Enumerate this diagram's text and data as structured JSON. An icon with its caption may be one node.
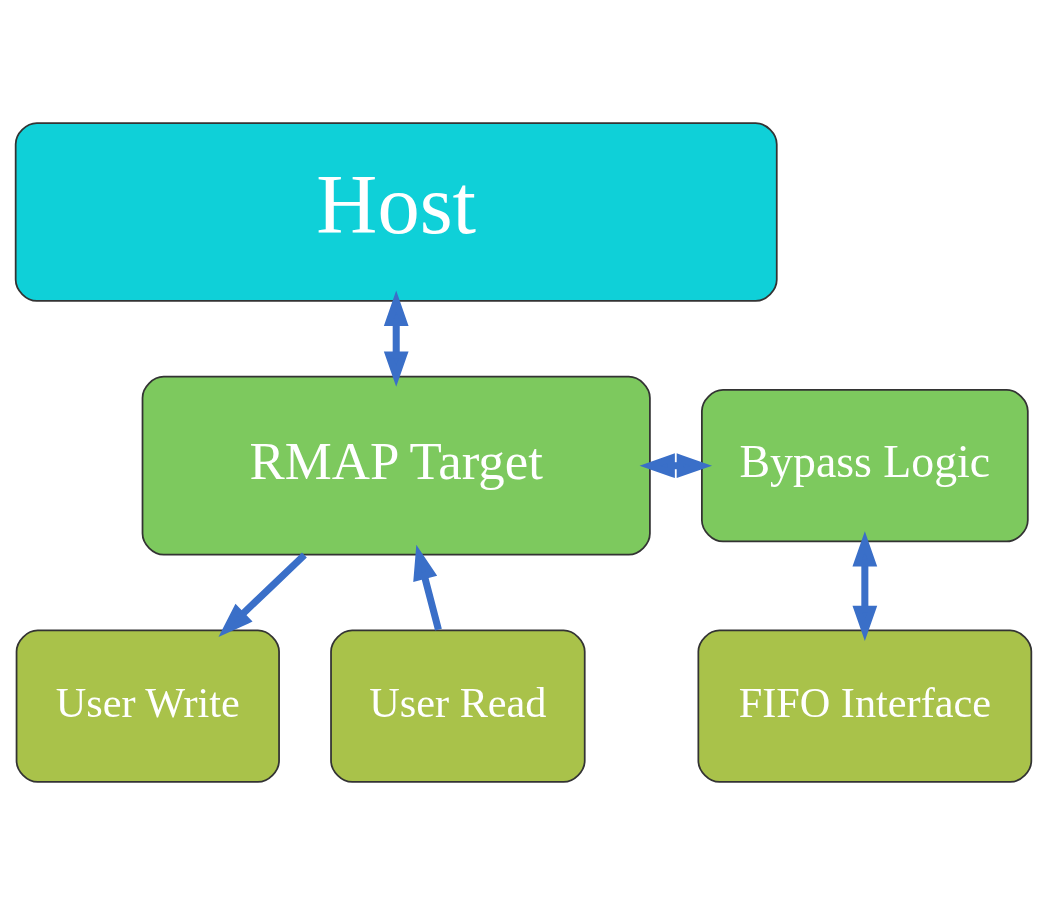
{
  "diagram": {
    "nodes": [
      {
        "text": [
          "Host"
        ]
      },
      {
        "text": [
          "RMAP Target"
        ]
      },
      {
        "text": [
          "Bypass Logic"
        ]
      },
      {
        "text": [
          "User Read"
        ]
      },
      {
        "text": [
          "User Write"
        ]
      },
      {
        "text": [
          "FIFO Interface"
        ]
      }
    ],
    "edges": [
      {
        "from": 0,
        "to": 1,
        "arrow": "both"
      },
      {
        "from": 1,
        "to": 2,
        "arrow": "both"
      },
      {
        "from": 3,
        "to": 1,
        "arrow": "to"
      },
      {
        "from": 1,
        "to": 4,
        "arrow": "to"
      },
      {
        "from": 2,
        "to": 5,
        "arrow": "both"
      }
    ]
  }
}
